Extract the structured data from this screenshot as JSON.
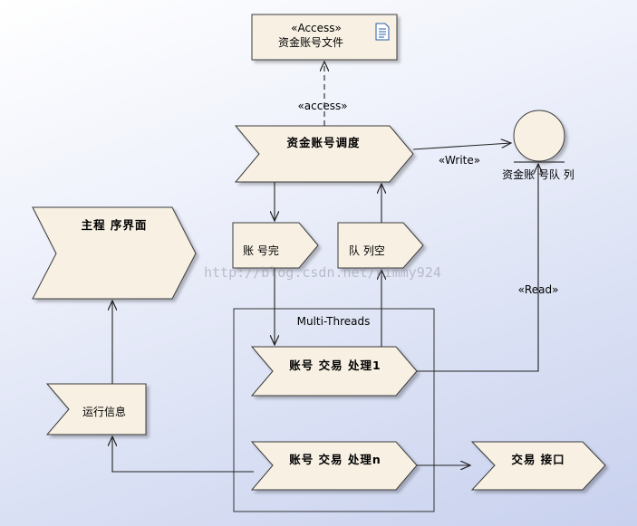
{
  "artifact": {
    "stereotype": "«Access»",
    "name": "资金账号文件",
    "icon": "document-icon"
  },
  "dispatcher": {
    "name": "资金账号调度"
  },
  "queue": {
    "name": "资金账 号队 列"
  },
  "main_ui": {
    "name": "主程 序界面"
  },
  "account_done": {
    "name": "账 号完"
  },
  "queue_empty": {
    "name": "队 列空"
  },
  "run_info": {
    "name": "运行信息"
  },
  "threads_frame": {
    "name": "Multi-Threads"
  },
  "worker1": {
    "name": "账号 交易 处理1"
  },
  "worker_n": {
    "name": "账号 交易 处理n"
  },
  "trade_api": {
    "name": "交易 接口"
  },
  "connectors": {
    "access": "«access»",
    "write": "«Write»",
    "read": "«Read»"
  },
  "watermark": "http://blog.csdn.net/kimmy924",
  "colors": {
    "node_fill": "#f7f0e3",
    "node_stroke": "#3a3a3a",
    "line": "#222222",
    "background_top": "#ffffff",
    "background_bottom": "#c8d1ee"
  }
}
